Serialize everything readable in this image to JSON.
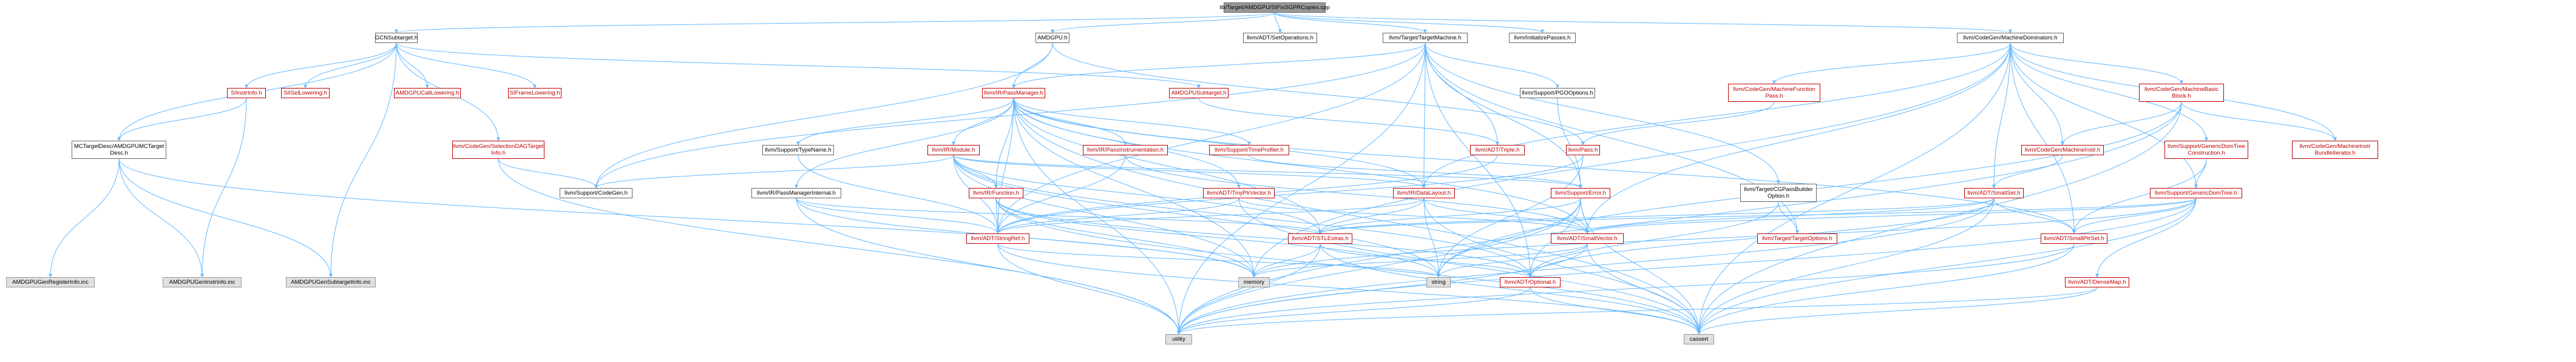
{
  "graph": {
    "kind": "include-dependency-graph",
    "colors": {
      "edge": "#63b8ff",
      "linked_border": "#bf0000",
      "root_fill": "#999999",
      "system_fill": "#e0e0e0"
    },
    "nodes": [
      {
        "id": "root",
        "label": "lib/Target/AMDGPU/SIFixSGPRCopies.cpp",
        "style": "root"
      },
      {
        "id": "gcnsub",
        "label": "GCNSubtarget.h",
        "style": "doc"
      },
      {
        "id": "amdgpuh",
        "label": "AMDGPU.h",
        "style": "doc"
      },
      {
        "id": "setops",
        "label": "llvm/ADT/SetOperations.h",
        "style": "doc"
      },
      {
        "id": "tm",
        "label": "llvm/Target/TargetMachine.h",
        "style": "doc"
      },
      {
        "id": "initpasses",
        "label": "llvm/InitializePasses.h",
        "style": "doc"
      },
      {
        "id": "mdom",
        "label": "llvm/CodeGen/MachineDominators.h",
        "style": "doc"
      },
      {
        "id": "siinstr",
        "label": "SIInstrInfo.h",
        "style": "red"
      },
      {
        "id": "siisel",
        "label": "SIISelLowering.h",
        "style": "red"
      },
      {
        "id": "callow",
        "label": "AMDGPUCallLowering.h",
        "style": "red"
      },
      {
        "id": "sifl",
        "label": "SIFrameLowering.h",
        "style": "red"
      },
      {
        "id": "passmgr",
        "label": "llvm/IR/PassManager.h",
        "style": "red"
      },
      {
        "id": "amdsub",
        "label": "AMDGPUSubtarget.h",
        "style": "red"
      },
      {
        "id": "pgo",
        "label": "llvm/Support/PGOOptions.h",
        "style": "doc"
      },
      {
        "id": "mfp",
        "label": "llvm/CodeGen/MachineFunction\nPass.h",
        "style": "red"
      },
      {
        "id": "mbb",
        "label": "llvm/CodeGen/MachineBasic\nBlock.h",
        "style": "red"
      },
      {
        "id": "mctd",
        "label": "MCTargetDesc/AMDGPUMCTarget\nDesc.h",
        "style": "doc"
      },
      {
        "id": "seldag",
        "label": "llvm/CodeGen/SelectionDAGTarget\nInfo.h",
        "style": "red"
      },
      {
        "id": "typename",
        "label": "llvm/Support/TypeName.h",
        "style": "doc"
      },
      {
        "id": "module",
        "label": "llvm/IR/Module.h",
        "style": "red"
      },
      {
        "id": "passinst",
        "label": "llvm/IR/PassInstrumentation.h",
        "style": "red"
      },
      {
        "id": "timeprof",
        "label": "llvm/Support/TimeProfiler.h",
        "style": "red"
      },
      {
        "id": "triple",
        "label": "llvm/ADT/Triple.h",
        "style": "red"
      },
      {
        "id": "pass",
        "label": "llvm/Pass.h",
        "style": "red"
      },
      {
        "id": "minstr",
        "label": "llvm/CodeGen/MachineInstr.h",
        "style": "red"
      },
      {
        "id": "gdtc",
        "label": "llvm/Support/GenericDomTree\nConstruction.h",
        "style": "red"
      },
      {
        "id": "mibf",
        "label": "llvm/CodeGen/MachineInstr\nBundleIterator.h",
        "style": "red"
      },
      {
        "id": "codegen",
        "label": "llvm/Support/CodeGen.h",
        "style": "doc"
      },
      {
        "id": "pmi",
        "label": "llvm/IR/PassManagerInternal.h",
        "style": "doc"
      },
      {
        "id": "function",
        "label": "llvm/IR/Function.h",
        "style": "red"
      },
      {
        "id": "tinyptr",
        "label": "llvm/ADT/TinyPtrVector.h",
        "style": "red"
      },
      {
        "id": "datalayout",
        "label": "llvm/IR/DataLayout.h",
        "style": "red"
      },
      {
        "id": "error",
        "label": "llvm/Support/Error.h",
        "style": "red"
      },
      {
        "id": "cgpass",
        "label": "llvm/Target/CGPassBuilder\nOption.h",
        "style": "doc"
      },
      {
        "id": "smallset",
        "label": "llvm/ADT/SmallSet.h",
        "style": "red"
      },
      {
        "id": "gdt",
        "label": "llvm/Support/GenericDomTree.h",
        "style": "red"
      },
      {
        "id": "stringref",
        "label": "llvm/ADT/StringRef.h",
        "style": "red"
      },
      {
        "id": "stlextras",
        "label": "llvm/ADT/STLExtras.h",
        "style": "red"
      },
      {
        "id": "smallvec",
        "label": "llvm/ADT/SmallVector.h",
        "style": "red"
      },
      {
        "id": "targetopts",
        "label": "llvm/Target/TargetOptions.h",
        "style": "red"
      },
      {
        "id": "smallptrset",
        "label": "llvm/ADT/SmallPtrSet.h",
        "style": "red"
      },
      {
        "id": "genreg",
        "label": "AMDGPUGenRegisterInfo.inc",
        "style": "sys"
      },
      {
        "id": "geninstr",
        "label": "AMDGPUGenInstrInfo.inc",
        "style": "sys"
      },
      {
        "id": "gensub",
        "label": "AMDGPUGenSubtargetInfo.inc",
        "style": "sys"
      },
      {
        "id": "memory",
        "label": "memory",
        "style": "sys"
      },
      {
        "id": "string",
        "label": "string",
        "style": "sys"
      },
      {
        "id": "optional",
        "label": "llvm/ADT/Optional.h",
        "style": "red"
      },
      {
        "id": "densemap",
        "label": "llvm/ADT/DenseMap.h",
        "style": "red"
      },
      {
        "id": "utility",
        "label": "utility",
        "style": "sys"
      },
      {
        "id": "cassert",
        "label": "cassert",
        "style": "sys"
      }
    ],
    "edges": [
      [
        "root",
        "gcnsub"
      ],
      [
        "root",
        "amdgpuh"
      ],
      [
        "root",
        "setops"
      ],
      [
        "root",
        "tm"
      ],
      [
        "root",
        "initpasses"
      ],
      [
        "root",
        "mdom"
      ],
      [
        "gcnsub",
        "siinstr"
      ],
      [
        "gcnsub",
        "siisel"
      ],
      [
        "gcnsub",
        "callow"
      ],
      [
        "gcnsub",
        "sifl"
      ],
      [
        "gcnsub",
        "amdsub"
      ],
      [
        "gcnsub",
        "mctd"
      ],
      [
        "gcnsub",
        "seldag"
      ],
      [
        "gcnsub",
        "gensub"
      ],
      [
        "amdgpuh",
        "passmgr"
      ],
      [
        "amdgpuh",
        "codegen"
      ],
      [
        "amdgpuh",
        "pass"
      ],
      [
        "tm",
        "passmgr"
      ],
      [
        "tm",
        "pgo"
      ],
      [
        "tm",
        "triple"
      ],
      [
        "tm",
        "codegen"
      ],
      [
        "tm",
        "cgpass"
      ],
      [
        "tm",
        "datalayout"
      ],
      [
        "tm",
        "error"
      ],
      [
        "tm",
        "stringref"
      ],
      [
        "tm",
        "targetopts"
      ],
      [
        "tm",
        "optional"
      ],
      [
        "tm",
        "utility"
      ],
      [
        "mdom",
        "mfp"
      ],
      [
        "mdom",
        "mbb"
      ],
      [
        "mdom",
        "minstr"
      ],
      [
        "mdom",
        "gdtc"
      ],
      [
        "mdom",
        "mibf"
      ],
      [
        "mdom",
        "smallset"
      ],
      [
        "mdom",
        "gdt"
      ],
      [
        "mdom",
        "smallptrset"
      ],
      [
        "mdom",
        "smallvec"
      ],
      [
        "mdom",
        "cassert"
      ],
      [
        "mdom",
        "memory"
      ],
      [
        "mdom",
        "datalayout"
      ],
      [
        "siinstr",
        "mctd"
      ],
      [
        "siinstr",
        "geninstr"
      ],
      [
        "mctd",
        "genreg"
      ],
      [
        "mctd",
        "geninstr"
      ],
      [
        "mctd",
        "gensub"
      ],
      [
        "mctd",
        "memory"
      ],
      [
        "seldag",
        "codegen"
      ],
      [
        "seldag",
        "utility"
      ],
      [
        "passmgr",
        "typename"
      ],
      [
        "passmgr",
        "module"
      ],
      [
        "passmgr",
        "passinst"
      ],
      [
        "passmgr",
        "timeprof"
      ],
      [
        "passmgr",
        "pmi"
      ],
      [
        "passmgr",
        "function"
      ],
      [
        "passmgr",
        "tinyptr"
      ],
      [
        "passmgr",
        "stringref"
      ],
      [
        "passmgr",
        "stlextras"
      ],
      [
        "passmgr",
        "smallptrset"
      ],
      [
        "passmgr",
        "smallvec"
      ],
      [
        "passmgr",
        "memory"
      ],
      [
        "passmgr",
        "utility"
      ],
      [
        "passmgr",
        "cassert"
      ],
      [
        "passmgr",
        "datalayout"
      ],
      [
        "amdsub",
        "triple"
      ],
      [
        "pgo",
        "error"
      ],
      [
        "mfp",
        "pass"
      ],
      [
        "mbb",
        "minstr"
      ],
      [
        "mbb",
        "mibf"
      ],
      [
        "mbb",
        "cassert"
      ],
      [
        "mbb",
        "utility"
      ],
      [
        "mbb",
        "string"
      ],
      [
        "minstr",
        "smallset"
      ],
      [
        "gdtc",
        "gdt"
      ],
      [
        "gdtc",
        "smallptrset"
      ],
      [
        "gdt",
        "smallptrset"
      ],
      [
        "gdt",
        "smallvec"
      ],
      [
        "gdt",
        "stlextras"
      ],
      [
        "gdt",
        "memory"
      ],
      [
        "gdt",
        "utility"
      ],
      [
        "gdt",
        "cassert"
      ],
      [
        "typename",
        "stringref"
      ],
      [
        "module",
        "function"
      ],
      [
        "module",
        "datalayout"
      ],
      [
        "module",
        "stringref"
      ],
      [
        "module",
        "codegen"
      ],
      [
        "module",
        "memory"
      ],
      [
        "module",
        "string"
      ],
      [
        "module",
        "optional"
      ],
      [
        "module",
        "stlextras"
      ],
      [
        "module",
        "error"
      ],
      [
        "passinst",
        "smallvec"
      ],
      [
        "passinst",
        "stringref"
      ],
      [
        "timeprof",
        "error"
      ],
      [
        "triple",
        "stringref"
      ],
      [
        "pass",
        "stringref"
      ],
      [
        "pass",
        "string"
      ],
      [
        "pmi",
        "stringref"
      ],
      [
        "pmi",
        "stlextras"
      ],
      [
        "pmi",
        "memory"
      ],
      [
        "pmi",
        "utility"
      ],
      [
        "function",
        "stringref"
      ],
      [
        "function",
        "memory"
      ],
      [
        "function",
        "string"
      ],
      [
        "function",
        "cassert"
      ],
      [
        "function",
        "optional"
      ],
      [
        "tinyptr",
        "smallvec"
      ],
      [
        "tinyptr",
        "cassert"
      ],
      [
        "tinyptr",
        "stringref"
      ],
      [
        "datalayout",
        "stringref"
      ],
      [
        "datalayout",
        "smallvec"
      ],
      [
        "datalayout",
        "string"
      ],
      [
        "datalayout",
        "stlextras"
      ],
      [
        "datalayout",
        "cassert"
      ],
      [
        "error",
        "stlextras"
      ],
      [
        "error",
        "smallvec"
      ],
      [
        "error",
        "optional"
      ],
      [
        "error",
        "string"
      ],
      [
        "error",
        "cassert"
      ],
      [
        "error",
        "utility"
      ],
      [
        "cgpass",
        "targetopts"
      ],
      [
        "cgpass",
        "optional"
      ],
      [
        "smallset",
        "smallptrset"
      ],
      [
        "smallset",
        "smallvec"
      ],
      [
        "smallset",
        "stlextras"
      ],
      [
        "smallset",
        "optional"
      ],
      [
        "smallset",
        "utility"
      ],
      [
        "smallset",
        "cassert"
      ],
      [
        "stringref",
        "utility"
      ],
      [
        "stringref",
        "cassert"
      ],
      [
        "stringref",
        "string"
      ],
      [
        "stlextras",
        "memory"
      ],
      [
        "stlextras",
        "utility"
      ],
      [
        "stlextras",
        "optional"
      ],
      [
        "stlextras",
        "cassert"
      ],
      [
        "smallvec",
        "memory"
      ],
      [
        "smallvec",
        "utility"
      ],
      [
        "smallvec",
        "cassert"
      ],
      [
        "smallvec",
        "string"
      ],
      [
        "smallptrset",
        "utility"
      ],
      [
        "smallptrset",
        "cassert"
      ],
      [
        "densemap",
        "utility"
      ],
      [
        "densemap",
        "cassert"
      ],
      [
        "optional",
        "utility"
      ],
      [
        "optional",
        "cassert"
      ],
      [
        "gdt",
        "densemap"
      ]
    ]
  }
}
